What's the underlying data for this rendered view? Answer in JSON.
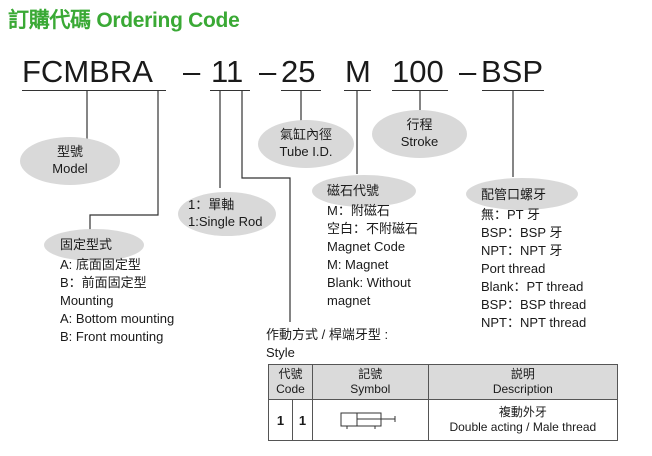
{
  "title": "訂購代碼 Ordering Code",
  "code": {
    "fcmbra": "FCMBRA",
    "dash1": "–",
    "style": "11",
    "dash2": "–",
    "bore": "25",
    "magnet": "M",
    "stroke": "100",
    "dash3": "–",
    "thread": "BSP"
  },
  "model_bubble": {
    "zh": "型號",
    "en": "Model"
  },
  "tube_bubble": {
    "zh": "氣缸內徑",
    "en": "Tube I.D."
  },
  "stroke_bubble": {
    "zh": "行程",
    "en": "Stroke"
  },
  "single_rod": {
    "zh": "1：單軸",
    "en": "1:Single Rod"
  },
  "magnet_code": {
    "heading": "磁石代號",
    "lines": [
      "M：附磁石",
      "空白：不附磁石",
      "Magnet Code",
      "M:  Magnet",
      "Blank: Without",
      "magnet"
    ]
  },
  "port_thread": {
    "heading": "配管口螺牙",
    "lines": [
      "無：PT 牙",
      "BSP：BSP 牙",
      "NPT：NPT 牙",
      "Port thread",
      "Blank：PT thread",
      "BSP：BSP thread",
      "NPT：NPT thread"
    ]
  },
  "mounting": {
    "heading": "固定型式",
    "lines": [
      "A: 底面固定型",
      "B：前面固定型",
      "Mounting",
      "A: Bottom mounting",
      "B: Front mounting"
    ]
  },
  "style_label": {
    "zh": "作動方式 / 桿端牙型 :",
    "en": "Style"
  },
  "style_table": {
    "headers": {
      "code_zh": "代號",
      "code_en": "Code",
      "symbol_zh": "記號",
      "symbol_en": "Symbol",
      "desc_zh": "説明",
      "desc_en": "Description"
    },
    "rows": [
      {
        "c1": "1",
        "c2": "1",
        "desc_zh": "複動外牙",
        "desc_en": "Double acting / Male thread"
      }
    ]
  }
}
